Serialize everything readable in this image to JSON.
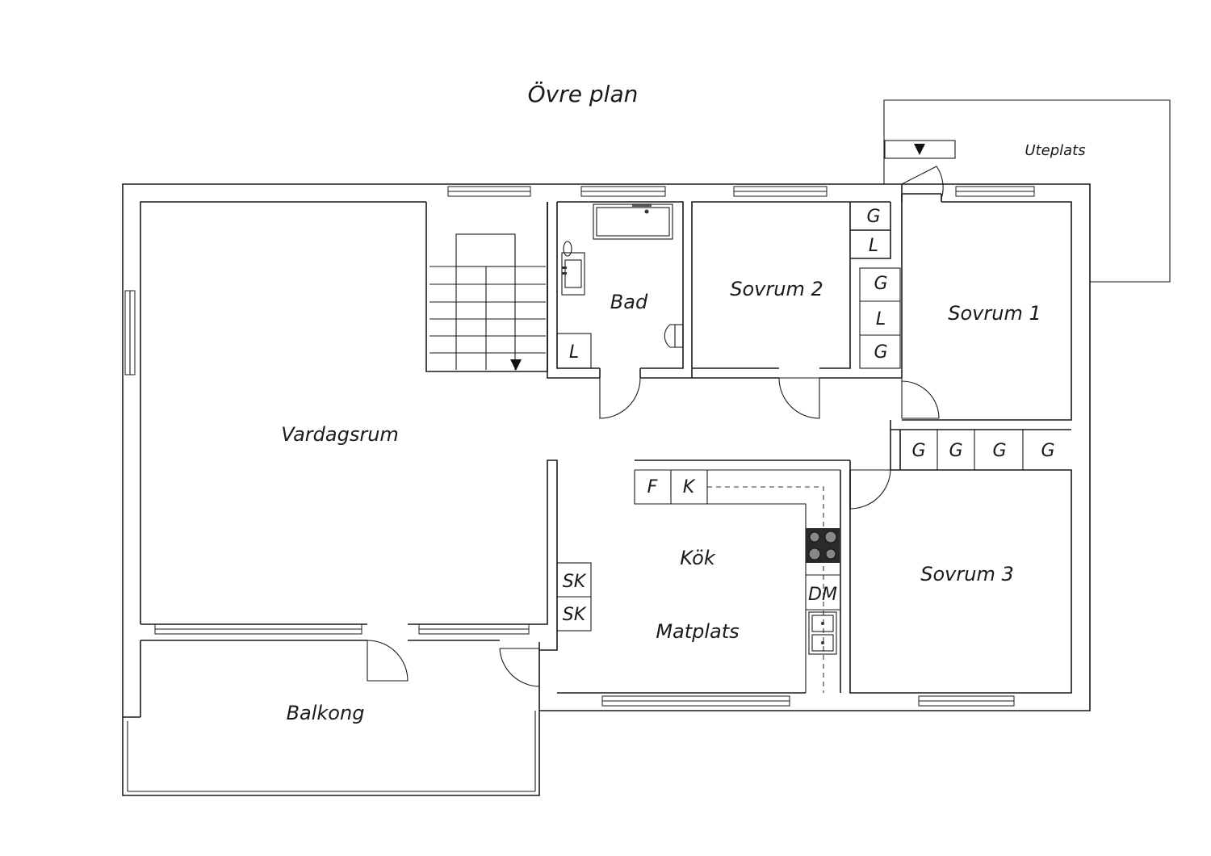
{
  "title": "Övre plan",
  "rooms": {
    "uteplats": "Uteplats",
    "bad": "Bad",
    "sovrum2": "Sovrum 2",
    "sovrum1": "Sovrum 1",
    "vardagsrum": "Vardagsrum",
    "kok": "Kök",
    "matplats": "Matplats",
    "sovrum3": "Sovrum 3",
    "balkong": "Balkong"
  },
  "fixtures": {
    "g": "G",
    "l": "L",
    "f": "F",
    "k": "K",
    "sk": "SK",
    "dm": "DM"
  },
  "icons": [
    "stair-arrow-icon",
    "entrance-arrow-icon",
    "stove-icon",
    "sink-icon",
    "bathtub-icon",
    "toilet-icon",
    "washbasin-icon"
  ]
}
